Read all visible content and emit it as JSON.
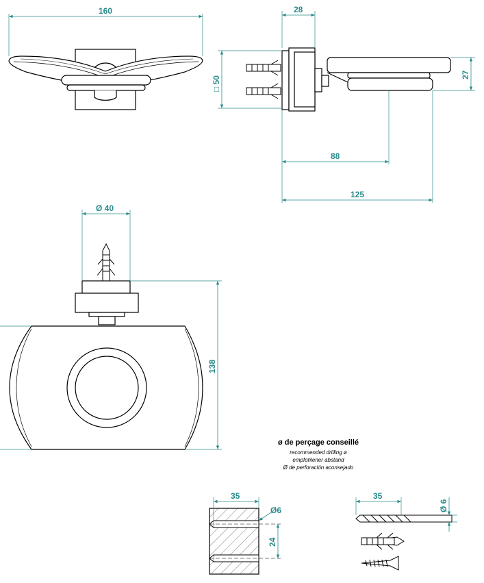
{
  "dimensions": {
    "width_160": "160",
    "depth_28": "28",
    "plate_50": "□ 50",
    "height_27": "27",
    "projection_88": "88",
    "projection_125": "125",
    "diameter_40": "Ø  40",
    "height_138": "138",
    "hole_depth_35": "35",
    "hole_dia_6": "Ø6",
    "hole_spacing_24": "24",
    "drill_length_35": "35",
    "drill_dia_6": "Ø  6"
  },
  "drilling_note": {
    "title": "ø de perçage conseillé",
    "en": "recommended drilling ø",
    "de": "empfohlener abstand",
    "es": "Ø de perforación aconsejado"
  },
  "colors": {
    "dimension": "#2a8a8a",
    "line": "#000000"
  }
}
